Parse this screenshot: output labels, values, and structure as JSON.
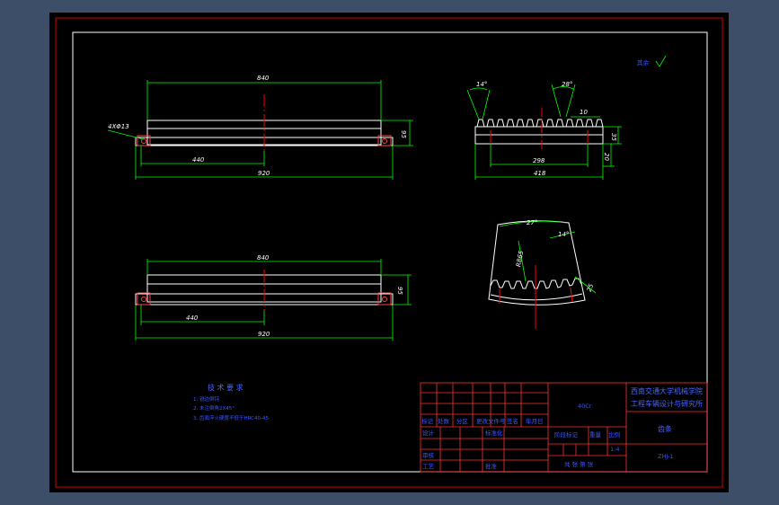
{
  "drawing": {
    "view1": {
      "dim_top": "840",
      "dim_left_note": "4XΦ13",
      "dim_height": "95",
      "dim_half": "440",
      "dim_total": "920"
    },
    "view2": {
      "dim_top": "840",
      "dim_height": "95",
      "dim_half": "440",
      "dim_total": "920"
    },
    "view3": {
      "angle_left": "14°",
      "angle_top": "28°",
      "dim_pitch": "10",
      "dim_inner": "298",
      "dim_total": "418",
      "dim_h1": "35",
      "dim_h2": "20"
    },
    "view4": {
      "angle_top": "27°",
      "angle_side": "14°",
      "dim_radius": "R865",
      "dim_edge": "25"
    },
    "roughness_note": "其余",
    "tech_notes": {
      "title": "技 术 要 求",
      "lines": [
        "1. 锐边倒钝",
        "2. 未注倒角2X45°",
        "3. 齿面淬火硬度不低于HRC40-45"
      ]
    },
    "title_block": {
      "institution_line1": "西南交通大学机械学院",
      "institution_line2": "工程车辆设计与研究所",
      "part_name": "齿条",
      "material": "40Cr",
      "drawing_no": "ZHJ-1",
      "row_labels": [
        "标记",
        "处数",
        "分区",
        "更改文件号",
        "签名",
        "年月日"
      ],
      "design": "设计",
      "standardize": "标准化",
      "review": "审核",
      "process": "工艺",
      "approve": "批准",
      "stage_mark": "阶段标记",
      "weight": "重量",
      "scale": "比例",
      "scale_value": "1:4",
      "sheet": "共 张  第 张"
    }
  }
}
